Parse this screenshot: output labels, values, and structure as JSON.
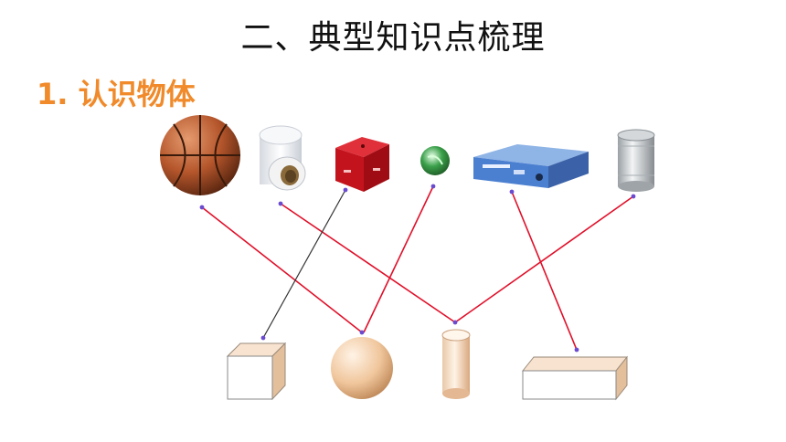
{
  "page": {
    "title": "二、典型知识点梳理",
    "subtitle": "1. 认识物体"
  },
  "objects": [
    {
      "name": "basketball",
      "shape": "sphere"
    },
    {
      "name": "paper-roll",
      "shape": "cylinder"
    },
    {
      "name": "red-cube-box",
      "shape": "cube"
    },
    {
      "name": "glass-marble",
      "shape": "sphere"
    },
    {
      "name": "blue-device",
      "shape": "cuboid"
    },
    {
      "name": "tin-can",
      "shape": "cylinder"
    }
  ],
  "solids": [
    {
      "name": "cube"
    },
    {
      "name": "sphere"
    },
    {
      "name": "cylinder"
    },
    {
      "name": "cuboid"
    }
  ],
  "colors": {
    "title": "#111111",
    "subtitle": "#f08a2a",
    "match_line_red": "#e0102a",
    "match_line_black": "#333333",
    "dot": "#6a4bd0"
  }
}
